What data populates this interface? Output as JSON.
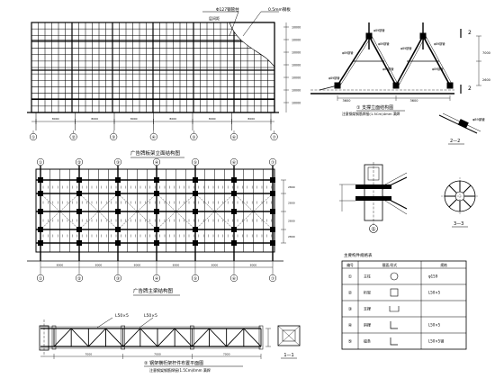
{
  "drawing": {
    "elevation": {
      "title": "广告牌板架立面结构图",
      "callout_top": "Φ127钢管柱",
      "callout_note": "层间距",
      "callout_right": "0.5mm钢板",
      "right_dims": [
        "10000",
        "10000",
        "10000",
        "10000",
        "10000",
        "10000",
        "10000"
      ],
      "bottom_dims": [
        "8000",
        "8000",
        "8000",
        "8000",
        "8000",
        "8000",
        "8000"
      ],
      "axis_labels": [
        "①",
        "②",
        "③",
        "④",
        "⑤",
        "⑥",
        "⑦"
      ]
    },
    "plan": {
      "title": "广告牌主梁结构图",
      "axis_labels": [
        "①",
        "②",
        "③",
        "④",
        "⑤",
        "⑥",
        "⑦"
      ],
      "bottom_dims": [
        "8000",
        "8000",
        "8000",
        "8000",
        "8000",
        "8000"
      ],
      "side_dims": [
        "2800",
        "2800",
        "2800",
        "2800"
      ]
    },
    "frame": {
      "title": "① 支撑立面结构图",
      "subtitle": "注意钢架钢筋焊接(1.5Cm)4mm 满焊",
      "labels": [
        "φ89钢管",
        "φ89钢管",
        "φ89钢管",
        "φ89钢管",
        "φ89钢管",
        "φ89钢管",
        "φ89钢管",
        "φ89钢管",
        "φ89钢管"
      ],
      "section_labels": [
        "2",
        "2"
      ],
      "dims_bottom": [
        "3600",
        "3600"
      ],
      "dims_right": [
        "7000",
        "2600"
      ]
    },
    "section22": {
      "title": "2—2"
    },
    "node_detail": {
      "label": "①"
    },
    "section33": {
      "title": "3—3"
    },
    "truss": {
      "title": "② 钢架横桁架杆件布置平面图",
      "subtitle": "注意钢架钢筋焊接(1.5Cm)4mm 满焊",
      "callouts": [
        "L50×5",
        "L50×5"
      ],
      "dims": [
        "7000",
        "7000",
        "7000"
      ]
    },
    "section11": {
      "title": "1—1"
    },
    "table": {
      "title": "主要构件规格表",
      "header": [
        "编号",
        "截面/形式",
        "规格"
      ],
      "rows": [
        {
          "id": "①",
          "name": "主柱",
          "spec": "φ159"
        },
        {
          "id": "②",
          "name": "桁架",
          "spec": "L50×5"
        },
        {
          "id": "③",
          "name": "支撑",
          "spec": ""
        },
        {
          "id": "④",
          "name": "斜撑",
          "spec": "L50×5"
        },
        {
          "id": "⑤",
          "name": "檩条",
          "spec": "L50×5钢"
        }
      ]
    }
  }
}
